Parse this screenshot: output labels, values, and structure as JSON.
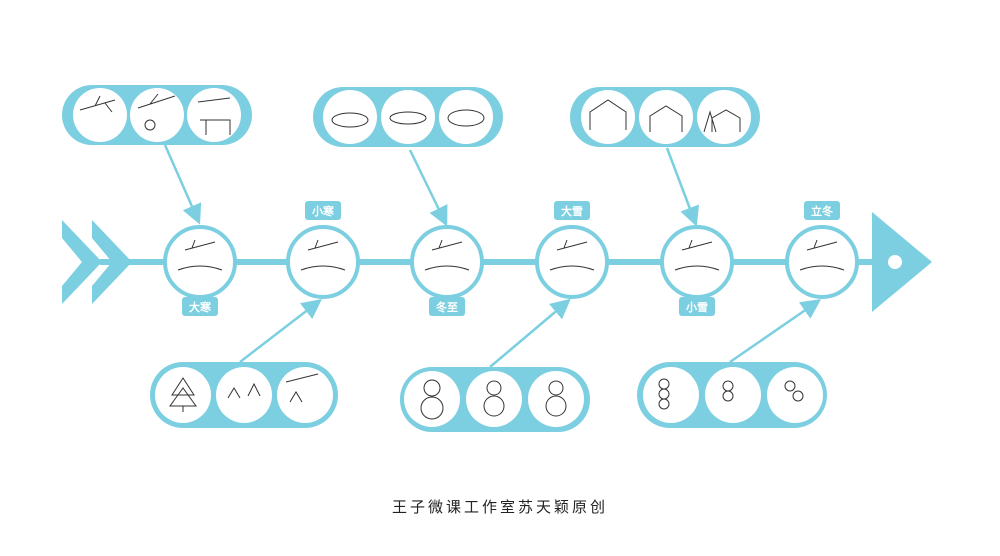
{
  "accent_color": "#7ccfe0",
  "terms": [
    {
      "label": "大寒",
      "icon": "plum-branch-lantern-gate-icon"
    },
    {
      "label": "小寒",
      "icon": "branch-snowy-trees-icon"
    },
    {
      "label": "冬至",
      "icon": "dumplings-plate-icon"
    },
    {
      "label": "大雪",
      "icon": "snowman-icon"
    },
    {
      "label": "小雪",
      "icon": "house-trees-icon"
    },
    {
      "label": "立冬",
      "icon": "tanghulu-icon"
    }
  ],
  "footer": "王子微课工作室苏天颖原创"
}
